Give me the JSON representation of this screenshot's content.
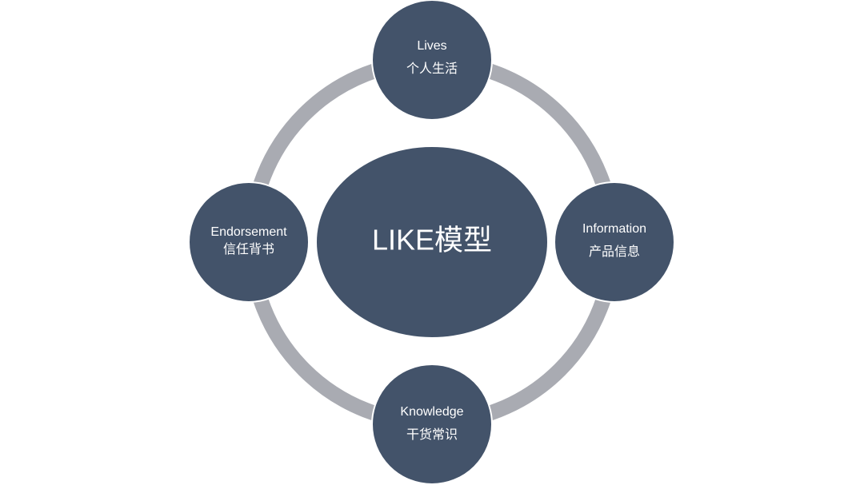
{
  "center": {
    "label": "LIKE模型"
  },
  "nodes": {
    "top": {
      "en": "Lives",
      "zh": "个人生活"
    },
    "right": {
      "en": "Information",
      "zh": "产品信息"
    },
    "bottom": {
      "en": "Knowledge",
      "zh": "干货常识"
    },
    "left": {
      "en": "Endorsement",
      "zh": "信任背书"
    }
  },
  "colors": {
    "node_fill": "#43536a",
    "ring": "#a9abb2",
    "text": "#ffffff",
    "background": "#ffffff"
  }
}
